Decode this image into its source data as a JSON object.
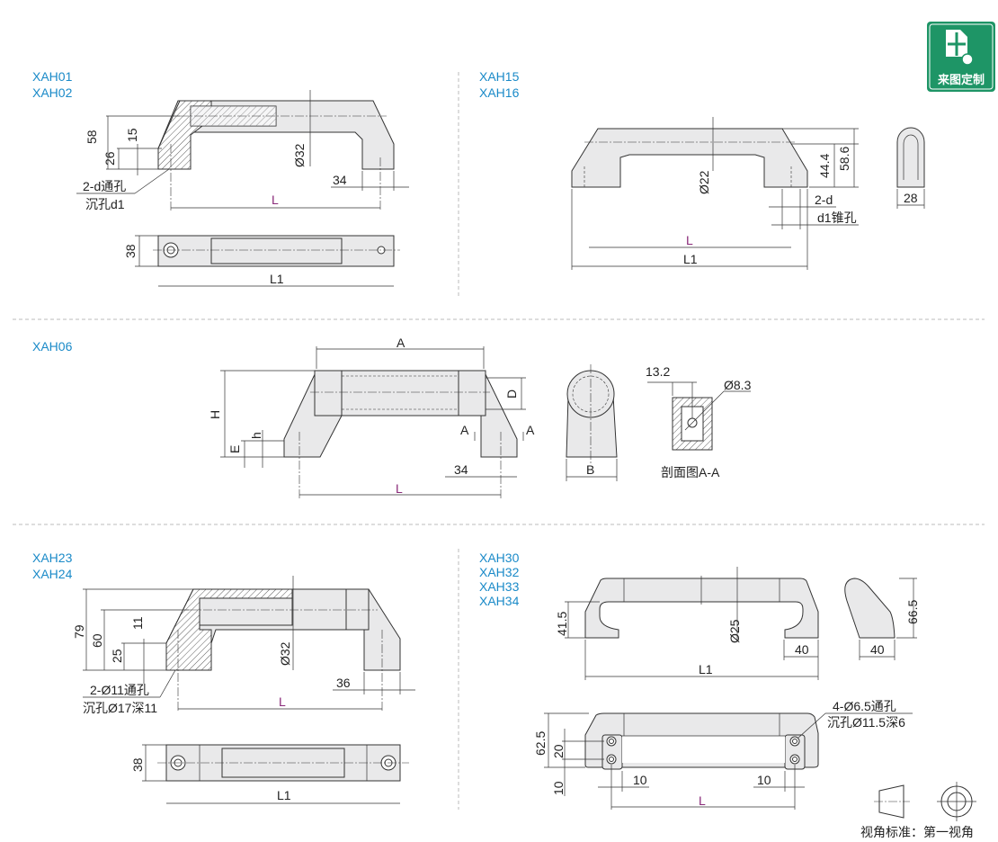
{
  "badge": {
    "label": "来图定制",
    "color": "#1e9566"
  },
  "accent_color": "#1a8ac8",
  "sections": {
    "xah01": {
      "models": [
        "XAH01",
        "XAH02"
      ],
      "dims": {
        "h58": "58",
        "h26": "26",
        "h15": "15",
        "dia": "Ø32",
        "w34": "34",
        "L": "L",
        "w38": "38",
        "L1": "L1"
      },
      "notes": [
        "2-d通孔",
        "沉孔d1"
      ]
    },
    "xah15": {
      "models": [
        "XAH15",
        "XAH16"
      ],
      "dims": {
        "dia": "Ø22",
        "h44": "44.4",
        "h58": "58.6",
        "L": "L",
        "L1": "L1",
        "w28": "28"
      },
      "notes": [
        "2-d",
        "d1锥孔"
      ]
    },
    "xah06": {
      "models": [
        "XAH06"
      ],
      "dims": {
        "A": "A",
        "H": "H",
        "h": "h",
        "E": "E",
        "D": "D",
        "secA1": "A",
        "secA2": "A",
        "w34": "34",
        "L": "L",
        "B": "B",
        "w13": "13.2",
        "dia": "Ø8.3"
      },
      "section_label": "剖面图A-A"
    },
    "xah23": {
      "models": [
        "XAH23",
        "XAH24"
      ],
      "dims": {
        "h79": "79",
        "h60": "60",
        "h11": "11",
        "h25": "25",
        "dia": "Ø32",
        "w36": "36",
        "L": "L",
        "w38": "38",
        "L1": "L1"
      },
      "notes": [
        "2-Ø11通孔",
        "沉孔Ø17深11"
      ]
    },
    "xah30": {
      "models": [
        "XAH30",
        "XAH32",
        "XAH33",
        "XAH34"
      ],
      "dims": {
        "h41": "41.5",
        "dia": "Ø25",
        "w40a": "40",
        "L1": "L1",
        "h66": "66.5",
        "w40b": "40",
        "h62": "62.5",
        "h20": "20",
        "h10": "10",
        "w10a": "10",
        "w10b": "10",
        "L": "L"
      },
      "notes": [
        "4-Ø6.5通孔",
        "沉孔Ø11.5深6"
      ]
    }
  },
  "projection": {
    "label": "视角标准：第一视角"
  }
}
